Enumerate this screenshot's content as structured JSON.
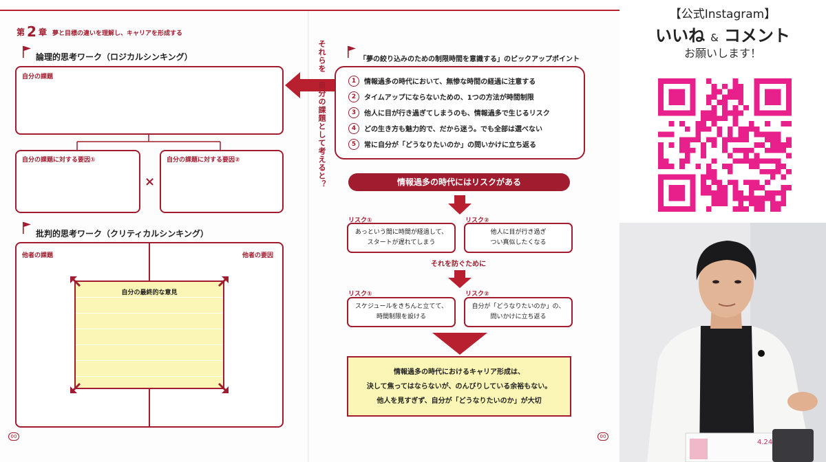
{
  "book": {
    "chapter_prefix": "第",
    "chapter_num": "2",
    "chapter_suffix": "章",
    "chapter_title": "夢と目標の違いを理解し、キャリアを形成する",
    "left": {
      "logical_title": "論理的思考ワーク（ロジカルシンキング）",
      "own_issue_label": "自分の課題",
      "factor1_label": "自分の課題に対する要因①",
      "factor2_label": "自分の課題に対する要因②",
      "times_symbol": "×",
      "critical_title": "批判的思考ワーク（クリティカルシンキング）",
      "others_issue_label": "他者の課題",
      "others_factor_label": "他者の要因",
      "final_opinion_label": "自分の最終的な意見",
      "page_number": "00"
    },
    "right": {
      "vertical_text": "それらを　自分の課題として考えると？",
      "pickup_title": "「夢の絞り込みのための制限時間を意識する」のピックアップポイント",
      "points": [
        {
          "num": "1",
          "text": "情報過多の時代において、無惨な時間の経過に注意する"
        },
        {
          "num": "2",
          "text": "タイムアップにならないための、1つの方法が時間制限"
        },
        {
          "num": "3",
          "text": "他人に目が行き過ぎてしまうのも、情報過多で生じるリスク"
        },
        {
          "num": "4",
          "text": "どの生き方も魅力的で、だから迷う。でも全部は選べない"
        },
        {
          "num": "5",
          "text": "常に自分が「どうなりたいのか」の問いかけに立ち返る"
        }
      ],
      "risk_banner": "情報過多の時代にはリスクがある",
      "risk1_label": "リスク①",
      "risk2_label": "リスク②",
      "risk1_text_a": "あっという間に時間が経過して、",
      "risk1_text_b": "スタートが遅れてしまう",
      "risk2_text_a": "他人に目が行き過ぎ",
      "risk2_text_b": "つい真似したくなる",
      "prevent_text": "それを防ぐために",
      "sol1_text_a": "スケジュールをきちんと立てて、",
      "sol1_text_b": "時間制限を設ける",
      "sol2_text_a": "自分が「どうなりたいのか」の、",
      "sol2_text_b": "問いかけに立ち返る",
      "conclusion": [
        "情報過多の時代におけるキャリア形成は、",
        "決して焦ってはならないが、のんびりしている余裕もない。",
        "他人を見すぎず、自分が「どうなりたいのか」が大切"
      ],
      "page_number": "00"
    }
  },
  "sidebar": {
    "line1": "【公式Instagram】",
    "line2_a": "いいね",
    "line2_amp": "&",
    "line2_b": "コメント",
    "line3": "お願いします！",
    "qr_icon": "qr-code-icon"
  },
  "video": {
    "icon": "presenter-video",
    "paper_text": "4.24"
  },
  "colors": {
    "accent": "#a01c2e",
    "note_yellow": "#fbf6b5",
    "qr_pink": "#e8208c"
  }
}
